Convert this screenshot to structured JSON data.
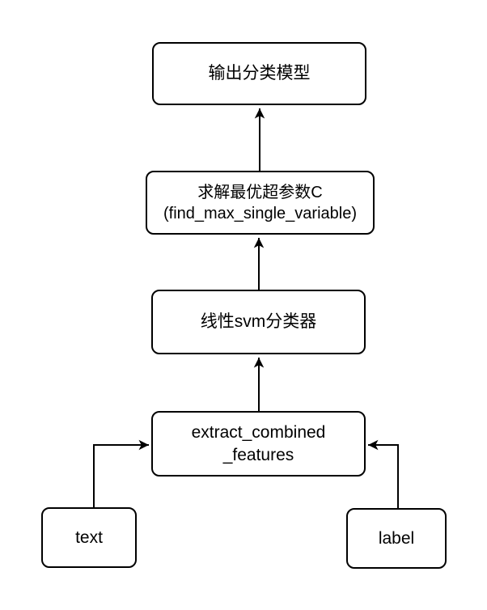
{
  "diagram": {
    "background_color": "#ffffff",
    "stroke_color": "#000000",
    "nodes": {
      "output_model": {
        "lines": [
          "输出分类模型"
        ]
      },
      "find_max": {
        "lines": [
          "求解最优超参数C",
          "(find_max_single_variable)"
        ]
      },
      "svm_classifier": {
        "lines": [
          "线性svm分类器"
        ]
      },
      "extract_features": {
        "lines": [
          "extract_combined",
          "_features"
        ]
      },
      "text_input": {
        "lines": [
          "text"
        ]
      },
      "label_input": {
        "lines": [
          "label"
        ]
      }
    },
    "edges": [
      {
        "from": "find_max",
        "to": "output_model"
      },
      {
        "from": "svm_classifier",
        "to": "find_max"
      },
      {
        "from": "extract_features",
        "to": "svm_classifier"
      },
      {
        "from": "text_input",
        "to": "extract_features"
      },
      {
        "from": "label_input",
        "to": "extract_features"
      }
    ]
  }
}
